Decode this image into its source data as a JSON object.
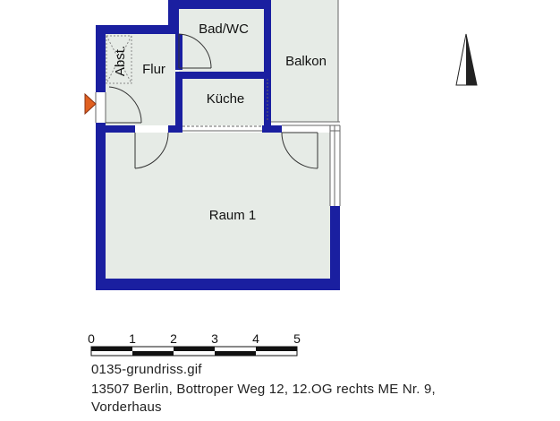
{
  "rooms": {
    "bad": "Bad/WC",
    "balkon": "Balkon",
    "abst": "Abst.",
    "flur": "Flur",
    "kueche": "Küche",
    "raum1": "Raum 1"
  },
  "scale_bar": {
    "ticks": [
      "0",
      "1",
      "2",
      "3",
      "4",
      "5"
    ]
  },
  "caption": {
    "filename": "0135-grundriss.gif",
    "address_line1": "13507 Berlin, Bottroper Weg 12, 12.OG rechts ME Nr. 9,",
    "address_line2": "Vorderhaus"
  },
  "colors": {
    "wall": "#1a1fa0",
    "floor": "#e6ebe6",
    "entrance_marker": "#e06020"
  }
}
